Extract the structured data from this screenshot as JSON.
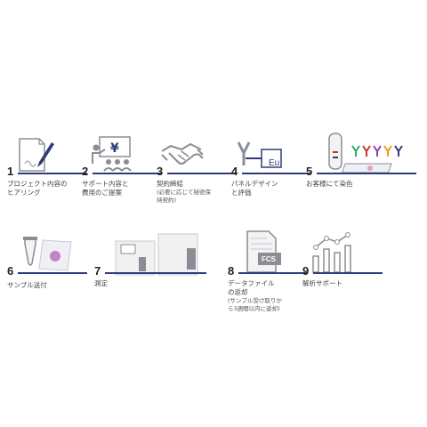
{
  "steps": [
    {
      "number": "1",
      "label": "プロジェクト内容の\nヒアリング",
      "icon": "document-pen-icon"
    },
    {
      "number": "2",
      "label": "サポート内容と\n費用のご提案",
      "icon": "presentation-yen-icon"
    },
    {
      "number": "3",
      "label": "契約締結",
      "note": "(必要に応じて秘密保\n持契約)",
      "icon": "handshake-icon"
    },
    {
      "number": "4",
      "label": "パネルデザイン\nと評価",
      "icon": "antibody-eu-icon",
      "tag": "Eu"
    },
    {
      "number": "5",
      "label": "お客様にて染色",
      "icon": "tube-antibodies-icon"
    },
    {
      "number": "6",
      "label": "サンプル送付",
      "icon": "tube-bag-icon"
    },
    {
      "number": "7",
      "label": "測定",
      "icon": "instrument-icon"
    },
    {
      "number": "8",
      "label": "データファイル\nの返却",
      "note": "(サンプル受け取りか\nら3週間以内に返却)",
      "icon": "fcs-file-icon",
      "tag": "FCS"
    },
    {
      "number": "9",
      "label": "解析サポート",
      "icon": "analysis-chart-icon"
    }
  ],
  "colors": {
    "accent": "#2f3a7a",
    "icon_gray": "#8a8d93"
  }
}
